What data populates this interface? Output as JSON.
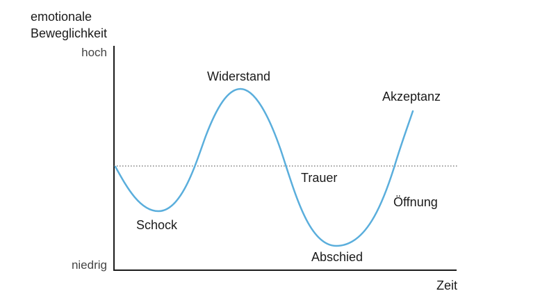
{
  "y_axis": {
    "title_line1": "emotionale",
    "title_line2": "Beweglichkeit",
    "high_label": "hoch",
    "low_label": "niedrig"
  },
  "x_axis": {
    "label": "Zeit"
  },
  "phases": [
    {
      "id": "schock",
      "label": "Schock"
    },
    {
      "id": "widerstand",
      "label": "Widerstand"
    },
    {
      "id": "trauer",
      "label": "Trauer"
    },
    {
      "id": "abschied",
      "label": "Abschied"
    },
    {
      "id": "oeffnung",
      "label": "Öffnung"
    },
    {
      "id": "akzeptanz",
      "label": "Akzeptanz"
    }
  ],
  "colors": {
    "curve": "#5aaedc",
    "axis": "#1a1a1a",
    "baseline": "#666666"
  }
}
